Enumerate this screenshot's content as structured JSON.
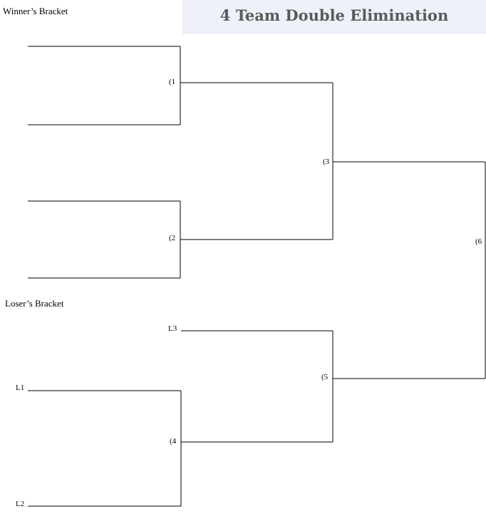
{
  "header": {
    "title": "4 Team Double Elimination"
  },
  "winners_bracket": {
    "label": "Winner’s Bracket",
    "games": [
      {
        "id": "g1",
        "label": "(1"
      },
      {
        "id": "g2",
        "label": "(2"
      },
      {
        "id": "g3",
        "label": "(3"
      }
    ]
  },
  "losers_bracket": {
    "label": "Loser’s Bracket",
    "entries": [
      {
        "id": "l3",
        "label": "L3"
      },
      {
        "id": "l1",
        "label": "L1"
      },
      {
        "id": "l2",
        "label": "L2"
      }
    ],
    "games": [
      {
        "id": "g4",
        "label": "(4"
      },
      {
        "id": "g5",
        "label": "(5"
      }
    ]
  },
  "final": {
    "game": {
      "id": "g6",
      "label": "(6"
    }
  }
}
